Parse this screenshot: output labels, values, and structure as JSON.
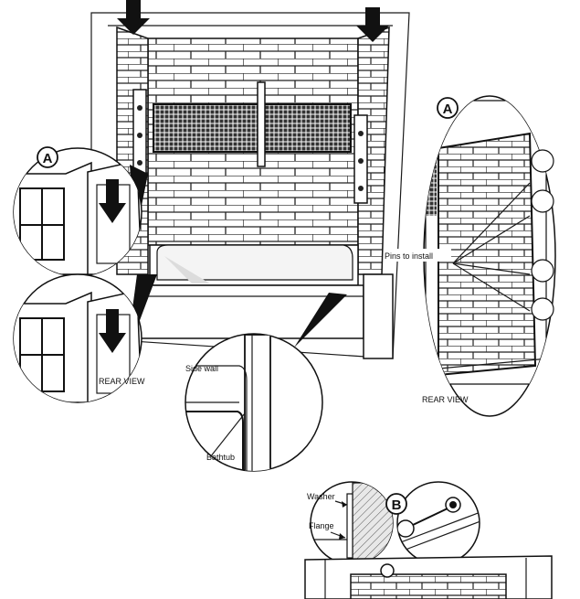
{
  "labels": {
    "pins_to_install": "Pins to install",
    "rear_view_left": "REAR VIEW",
    "rear_view_right": "REAR VIEW",
    "side_wall": "Side wall",
    "bathtub": "Bathtub",
    "washer": "Washer",
    "flange": "Flange"
  },
  "callouts": {
    "a_left": "A",
    "a_right": "A",
    "b": "B"
  }
}
